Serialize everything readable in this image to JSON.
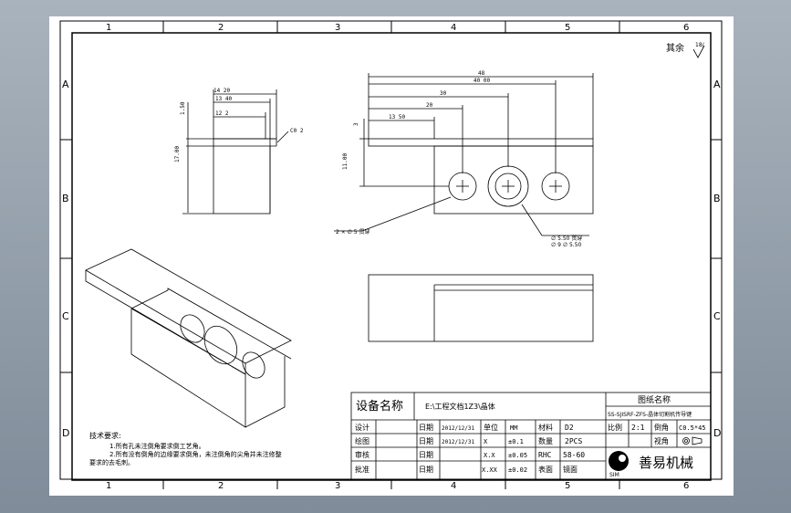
{
  "colors": {
    "background": "#8e9aa6",
    "sheet": "#ffffff",
    "ink": "#000000"
  },
  "frame": {
    "columns": [
      "1",
      "2",
      "3",
      "4",
      "5",
      "6"
    ],
    "rows": [
      "A",
      "B",
      "C",
      "D"
    ]
  },
  "corner_mark": {
    "label": "其余",
    "symbol": "18/"
  },
  "dimensions": {
    "side_view": {
      "overall_width": "14 20",
      "inner_width_1": "13 40",
      "inner_width_2": "12 2",
      "slot_height": "1.50",
      "overall_height": "17.00",
      "chamfer": "C0 2"
    },
    "front_view": {
      "total_length": "48",
      "length_2": "40 00",
      "length_3": "30",
      "hole_pos_1": "20",
      "hole_pos_2": "13 50",
      "top_offset": "3",
      "hole_height": "11.00",
      "hole_callout_1": "2 × ∅ 5 贯穿",
      "hole_callout_2a": "∅ 5.50 贯穿",
      "hole_callout_2b": "∅ 9 ∅ 5.50"
    }
  },
  "tech_requirements": {
    "title": "技术要求:",
    "lines": [
      "1.所有孔未注倒角要求倒工艺角。",
      "2.所有没有倒角的边缘要求倒角，未注倒角的尖角并未注修整",
      "要求的去毛刺。"
    ]
  },
  "title_block": {
    "device_name_label": "设备名称",
    "file_path": "E:\\工程文档1Z3\\晶体",
    "drawing_name_label": "图纸名称",
    "drawing_name": "SS-SJISRF-ZFS-晶体切割机传导键",
    "rows": [
      {
        "role": "设计",
        "date_label": "日期",
        "date": "2012/12/31",
        "unit_label": "单位",
        "unit": "MM",
        "material_label": "材料",
        "material": "D2",
        "ratio_label": "比例",
        "ratio": "2:1",
        "chamfer_label": "倒角",
        "chamfer": "C0.5*45"
      },
      {
        "role": "绘图",
        "date_label": "日期",
        "date": "2012/12/31",
        "tol_a": "X",
        "tol_a_val": "±0.1",
        "qty_label": "数量",
        "qty": "2PCS",
        "view_label": "视角"
      },
      {
        "role": "审核",
        "date_label": "日期",
        "date": "",
        "tol_b": "X.X",
        "tol_b_val": "±0.05",
        "hardness_label": "RHC",
        "hardness": "58-60"
      },
      {
        "role": "批准",
        "date_label": "日期",
        "date": "",
        "tol_c": "X.XX",
        "tol_c_val": "±0.02",
        "surface_label": "表面",
        "surface": "镜面"
      }
    ],
    "company_logo_text": "SIM",
    "company": "善易机械"
  }
}
